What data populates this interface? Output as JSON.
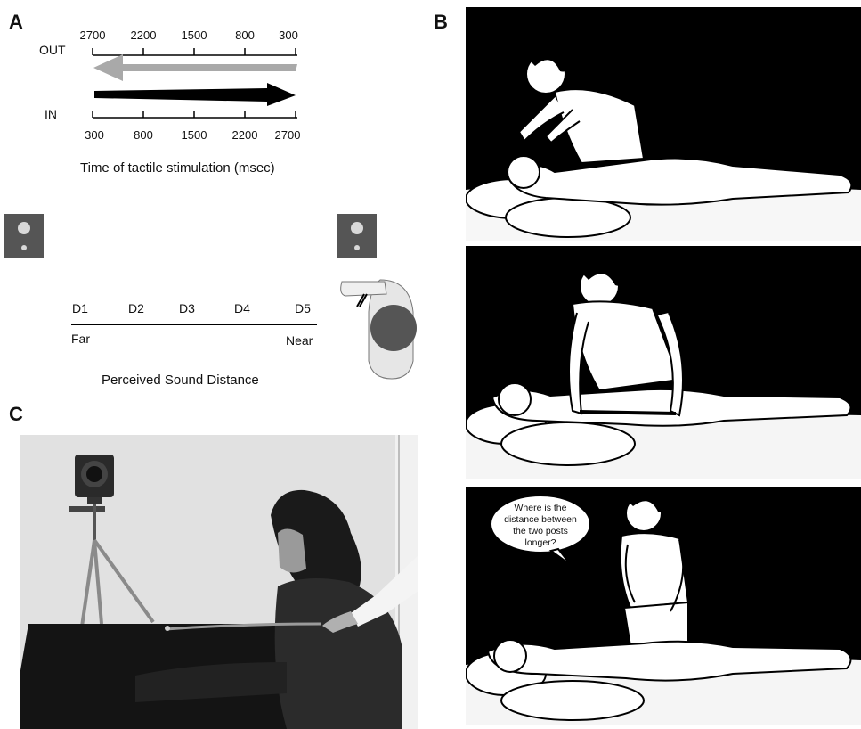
{
  "panels": {
    "a": {
      "label": "A"
    },
    "b": {
      "label": "B"
    },
    "c": {
      "label": "C"
    }
  },
  "timeline": {
    "out_label": "OUT",
    "in_label": "IN",
    "out_ticks": [
      "2700",
      "2200",
      "1500",
      "800",
      "300"
    ],
    "in_ticks": [
      "300",
      "800",
      "1500",
      "2200",
      "2700"
    ],
    "caption": "Time of tactile stimulation (msec)",
    "out_arrow_color": "#a9a9a9",
    "in_arrow_color": "#000000"
  },
  "distance": {
    "points": [
      "D1",
      "D2",
      "D3",
      "D4",
      "D5"
    ],
    "far_label": "Far",
    "near_label": "Near",
    "caption": "Perceived Sound Distance",
    "speaker_color": "#555555",
    "speaker_cone_color": "#d9d9d9"
  },
  "comic": {
    "bubble_text": "Where is the distance between the two posts longer?"
  },
  "colors": {
    "comic_bg": "#000000",
    "photo_bg": "#dcdcdc",
    "table_cloth": "#141414"
  }
}
